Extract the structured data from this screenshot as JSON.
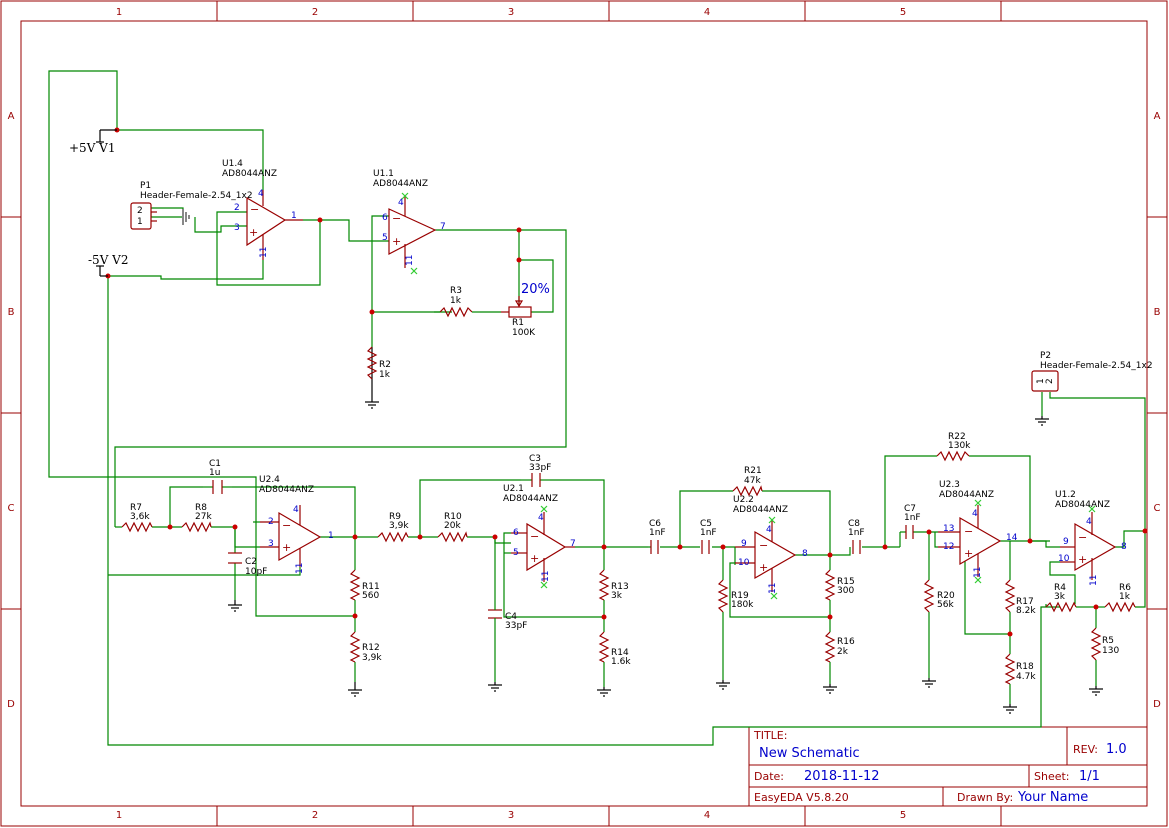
{
  "zones": {
    "cols": [
      "1",
      "2",
      "3",
      "4",
      "5"
    ],
    "rows": [
      "A",
      "B",
      "C",
      "D"
    ]
  },
  "title_block": {
    "title_label": "TITLE:",
    "title": "New Schematic",
    "rev_label": "REV:",
    "rev": "1.0",
    "date_label": "Date:",
    "date": "2018-11-12",
    "sheet_label": "Sheet:",
    "sheet": "1/1",
    "tool": "EasyEDA V5.8.20",
    "drawn_label": "Drawn By:",
    "drawn_by": "Your Name"
  },
  "power": {
    "v1": "+5V V1",
    "v2": "-5V V2"
  },
  "connectors": {
    "p1_ref": "P1",
    "p1_val": "Header-Female-2.54_1x2",
    "p2_ref": "P2",
    "p2_val": "Header-Female-2.54_1x2",
    "pin1": "1",
    "pin2": "2"
  },
  "opamps": {
    "u14_ref": "U1.4",
    "u14_val": "AD8044ANZ",
    "u11_ref": "U1.1",
    "u11_val": "AD8044ANZ",
    "u24_ref": "U2.4",
    "u24_val": "AD8044ANZ",
    "u21_ref": "U2.1",
    "u21_val": "AD8044ANZ",
    "u22_ref": "U2.2",
    "u22_val": "AD8044ANZ",
    "u23_ref": "U2.3",
    "u23_val": "AD8044ANZ",
    "u12_ref": "U1.2",
    "u12_val": "AD8044ANZ"
  },
  "pins": {
    "p1": "1",
    "p2": "2",
    "p3": "3",
    "p4": "4",
    "p5": "5",
    "p6": "6",
    "p7": "7",
    "p8": "8",
    "p9": "9",
    "p10": "10",
    "p11": "11",
    "p12": "12",
    "p13": "13",
    "p14": "14"
  },
  "signs": {
    "minus": "−",
    "plus": "+"
  },
  "parts": {
    "r1_ref": "R1",
    "r1_val": "100K",
    "r1_pct": "20%",
    "r2_ref": "R2",
    "r2_val": "1k",
    "r3_ref": "R3",
    "r3_val": "1k",
    "r4_ref": "R4",
    "r4_val": "3k",
    "r5_ref": "R5",
    "r5_val": "130",
    "r6_ref": "R6",
    "r6_val": "1k",
    "r7_ref": "R7",
    "r7_val": "3,6k",
    "r8_ref": "R8",
    "r8_val": "27k",
    "r9_ref": "R9",
    "r9_val": "3,9k",
    "r10_ref": "R10",
    "r10_val": "20k",
    "r11_ref": "R11",
    "r11_val": "560",
    "r12_ref": "R12",
    "r12_val": "3,9k",
    "r13_ref": "R13",
    "r13_val": "3k",
    "r14_ref": "R14",
    "r14_val": "1.6k",
    "r15_ref": "R15",
    "r15_val": "300",
    "r16_ref": "R16",
    "r16_val": "2k",
    "r17_ref": "R17",
    "r17_val": "8.2k",
    "r18_ref": "R18",
    "r18_val": "4.7k",
    "r19_ref": "R19",
    "r19_val": "180k",
    "r20_ref": "R20",
    "r20_val": "56k",
    "r21_ref": "R21",
    "r21_val": "47k",
    "r22_ref": "R22",
    "r22_val": "130k",
    "c1_ref": "C1",
    "c1_val": "1u",
    "c2_ref": "C2",
    "c2_val": "10pF",
    "c3_ref": "C3",
    "c3_val": "33pF",
    "c4_ref": "C4",
    "c4_val": "33pF",
    "c5_ref": "C5",
    "c5_val": "1nF",
    "c6_ref": "C6",
    "c6_val": "1nF",
    "c7_ref": "C7",
    "c7_val": "1nF",
    "c8_ref": "C8",
    "c8_val": "1nF"
  },
  "colors": {
    "frame": "#990000",
    "wire": "#008800",
    "pin": "#0000cc",
    "junction": "#cc0000"
  }
}
